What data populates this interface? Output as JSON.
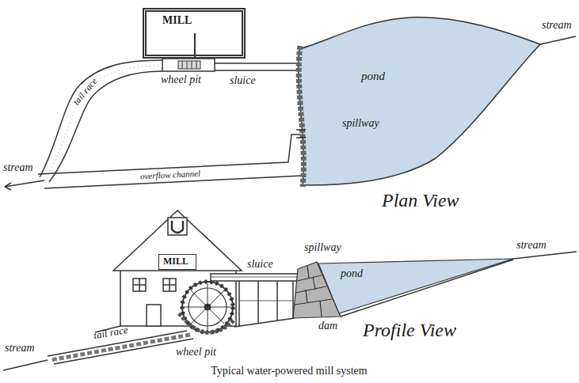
{
  "diagram": {
    "caption": "Typical water-powered mill system",
    "nodes": [
      {
        "text": [
          "MILL"
        ]
      },
      {
        "text": [
          "pond"
        ]
      },
      {
        "text": [
          "MILL"
        ]
      },
      {
        "text": [
          "pond"
        ]
      }
    ],
    "labels": [
      "stream",
      "wheel pit",
      "sluice",
      "spillway",
      "tail race",
      "overflow channel",
      "stream",
      "Plan View",
      "sluice",
      "spillway",
      "stream",
      "dam",
      "Profile View",
      "tail race",
      "wheel pit",
      "stream"
    ]
  }
}
